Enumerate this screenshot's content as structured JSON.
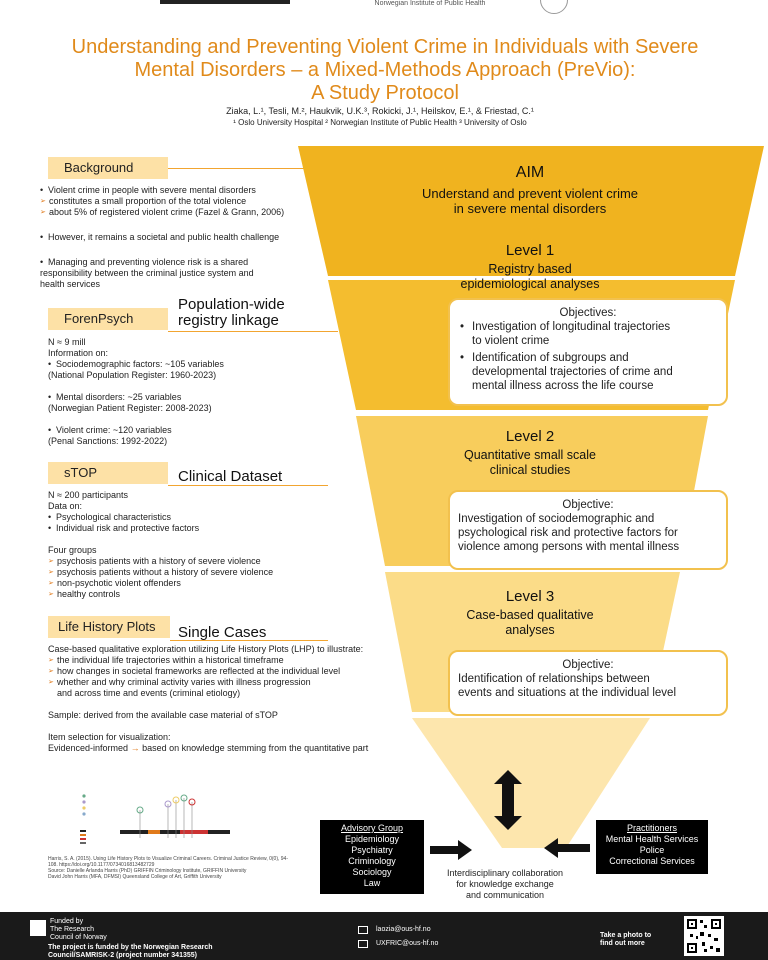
{
  "header": {
    "institute": "Norwegian Institute of Public Health",
    "title_line1": "Understanding and Preventing Violent Crime in Individuals with Severe",
    "title_line2": "Mental Disorders – a Mixed-Methods Approach (PreVio):",
    "title_line3": "A Study Protocol",
    "authors": "Ziaka, L.¹, Tesli, M.², Haukvik, U.K.³, Rokicki, J.¹, Heilskov, E.¹, & Friestad, C.¹",
    "affiliations": "¹ Oslo University Hospital ² Norwegian Institute of Public Health ³ University of Oslo"
  },
  "background": {
    "label": "Background",
    "b1": "Violent crime in people with severe mental disorders",
    "a1": "constitutes a small proportion of the total violence",
    "a2": "about 5% of registered violent crime (Fazel & Grann, 2006)",
    "b2": "However, it remains a societal and public health challenge",
    "b3_1": "Managing and preventing violence risk is a shared",
    "b3_2": "responsibility between the criminal justice system and",
    "b3_3": "health services"
  },
  "forenpsych": {
    "label": "ForenPsych",
    "side_label_1": "Population-wide",
    "side_label_2": "registry linkage",
    "n": "N ≈ 9 mill",
    "info": "Information on:",
    "s1": "Sociodemographic factors: ~105 variables",
    "s1b": "(National Population Register: 1960-2023)",
    "s2": "Mental disorders: ~25 variables",
    "s2b": "(Norwegian Patient Register: 2008-2023)",
    "s3": "Violent crime: ~120 variables",
    "s3b": "(Penal Sanctions: 1992-2022)"
  },
  "stop": {
    "label": "sTOP",
    "side_label": "Clinical Dataset",
    "n": "N ≈ 200 participants",
    "data": "Data on:",
    "d1": "Psychological characteristics",
    "d2": "Individual risk and protective factors",
    "groups": "Four groups",
    "g1": "psychosis patients with a history of severe violence",
    "g2": "psychosis patients without a history of severe violence",
    "g3": "non-psychotic violent offenders",
    "g4": "healthy controls"
  },
  "lhp": {
    "label": "Life History Plots",
    "side_label": "Single Cases",
    "intro": "Case-based qualitative exploration utilizing Life History Plots (LHP) to illustrate:",
    "a1": "the individual life trajectories within a historical timeframe",
    "a2": "how changes in societal frameworks are reflected at the individual level",
    "a3": "whether and why criminal activity varies with illness progression",
    "a3b": "and across time and events (criminal etiology)",
    "sample": "Sample: derived from the available case material of sTOP",
    "item": "Item selection for visualization:",
    "evid_a": "Evidenced-informed",
    "evid_b": "based on knowledge stemming from the quantitative part",
    "ref1": "Harris, S. A. (2015). Using Life History Plots to Visualize Criminal Careers. Criminal Justice Review, 0(0), 94-",
    "ref2": "108. https://doi.org/10.1177/0734016813482729",
    "ref3": "Source: Danielle Arlanda Harris (PhD) GRIFFIN Criminology Institute, GRIFFIN University",
    "ref4": "David John Harris (MFA, DFMSI) Queensland College of Art, Griffith University"
  },
  "funnel": {
    "aim_title": "AIM",
    "aim_1": "Understand and prevent violent crime",
    "aim_2": "in severe mental disorders",
    "l1_title": "Level 1",
    "l1_1": "Registry based",
    "l1_2": "epidemiological analyses",
    "l1_obj_h": "Objectives:",
    "l1_o1a": "Investigation of longitudinal trajectories",
    "l1_o1b": "to violent crime",
    "l1_o2a": "Identification of subgroups and",
    "l1_o2b": "developmental trajectories of crime and",
    "l1_o2c": "mental illness across the life course",
    "l2_title": "Level 2",
    "l2_1": "Quantitative small scale",
    "l2_2": "clinical studies",
    "l2_obj_h": "Objective:",
    "l2_o1": "Investigation of sociodemographic and",
    "l2_o2": "psychological risk and protective factors for",
    "l2_o3": "violence among persons with mental illness",
    "l3_title": "Level 3",
    "l3_1": "Case-based qualitative",
    "l3_2": "analyses",
    "l3_obj_h": "Objective:",
    "l3_o1": "Identification of relationships between",
    "l3_o2": "events and situations at the individual level"
  },
  "collab": {
    "advisory_title": "Advisory Group",
    "adv1": "Epidemiology",
    "adv2": "Psychiatry",
    "adv3": "Criminology",
    "adv4": "Sociology",
    "adv5": "Law",
    "pract_title": "Practitioners",
    "p1": "Mental Health Services",
    "p2": "Police",
    "p3": "Correctional Services",
    "c1": "Interdisciplinary collaboration",
    "c2": "for knowledge exchange",
    "c3": "and communication"
  },
  "footer": {
    "funded_1": "Funded by",
    "funded_2": "The Research",
    "funded_3": "Council of Norway",
    "project_1": "The project is funded by the Norwegian Research",
    "project_2": "Council/SAMRISK-2 (project number 341355)",
    "email1": "laozia@ous-hf.no",
    "email2": "UXFRIC@ous-hf.no",
    "photo_1": "Take a photo to",
    "photo_2": "find out more"
  },
  "colors": {
    "accent": "#e08a1a",
    "funnel_dark": "#f0b31f",
    "funnel_light": "#fde6ad"
  }
}
